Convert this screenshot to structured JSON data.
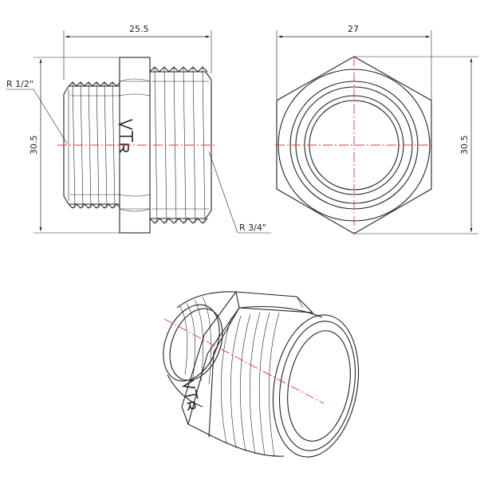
{
  "drawing": {
    "side_view": {
      "width_dim": "25.5",
      "height_dim": "30.5",
      "small_thread_label": "R 1/2\"",
      "large_thread_label": "R 3/4\""
    },
    "end_view": {
      "width_dim": "27",
      "height_dim": "30.5"
    },
    "brand_logo_text": "VTR"
  },
  "colors": {
    "line": "#222222",
    "centerline": "#e53935",
    "background": "#ffffff"
  }
}
